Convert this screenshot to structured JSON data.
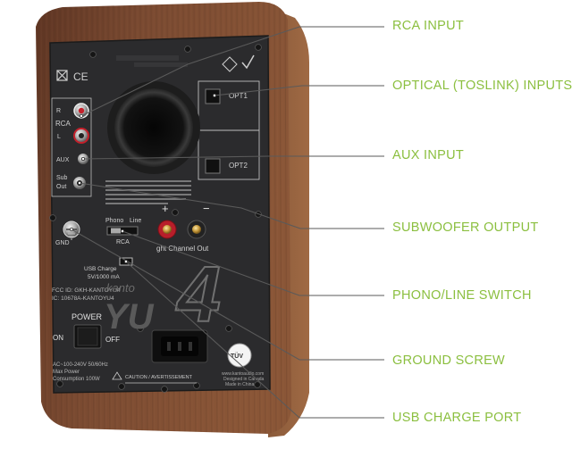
{
  "accent_color": "#8bbf3f",
  "callouts": [
    {
      "label": "RCA INPUT"
    },
    {
      "label": "OPTICAL (TOSLINK) INPUTS"
    },
    {
      "label": "AUX INPUT"
    },
    {
      "label": "SUBWOOFER OUTPUT"
    },
    {
      "label": "PHONO/LINE SWITCH"
    },
    {
      "label": "GROUND SCREW"
    },
    {
      "label": "USB CHARGE PORT"
    }
  ],
  "panel": {
    "rca_label": "RCA",
    "r_label": "R",
    "l_label": "L",
    "aux_label": "AUX",
    "sub_label_1": "Sub",
    "sub_label_2": "Out",
    "opt1_label": "OPT1",
    "opt2_label": "OPT2",
    "gnd_label": "GND",
    "phono_label": "Phono",
    "line_label": "Line",
    "switch_rca_label": "RCA",
    "plus_sign": "+",
    "minus_sign": "−",
    "channel_out_label": "ght Channel Out",
    "usb_label_1": "USB Charge",
    "usb_label_2": "5V/1000 mA",
    "fcc_line_1": "FCC ID: GKH-KANTOYU4",
    "fcc_line_2": "IC: 10678A-KANTOYU4",
    "brand_small": "kanto",
    "brand_big": "YU",
    "model_number": "4",
    "power_label": "POWER",
    "on_label": "ON",
    "off_label": "OFF",
    "ac_line_1": "AC~100-240V 50/60Hz",
    "ac_line_2": "Max Power",
    "ac_line_3": "Consumption 100W",
    "caution_text": "CAUTION / AVERTISSEMENT",
    "tuv_label": "TÜV",
    "website": "www.kantoaudio.com",
    "designed_line": "Designed in Canada",
    "made_line": "Made in China",
    "ce_mark": "CE"
  }
}
